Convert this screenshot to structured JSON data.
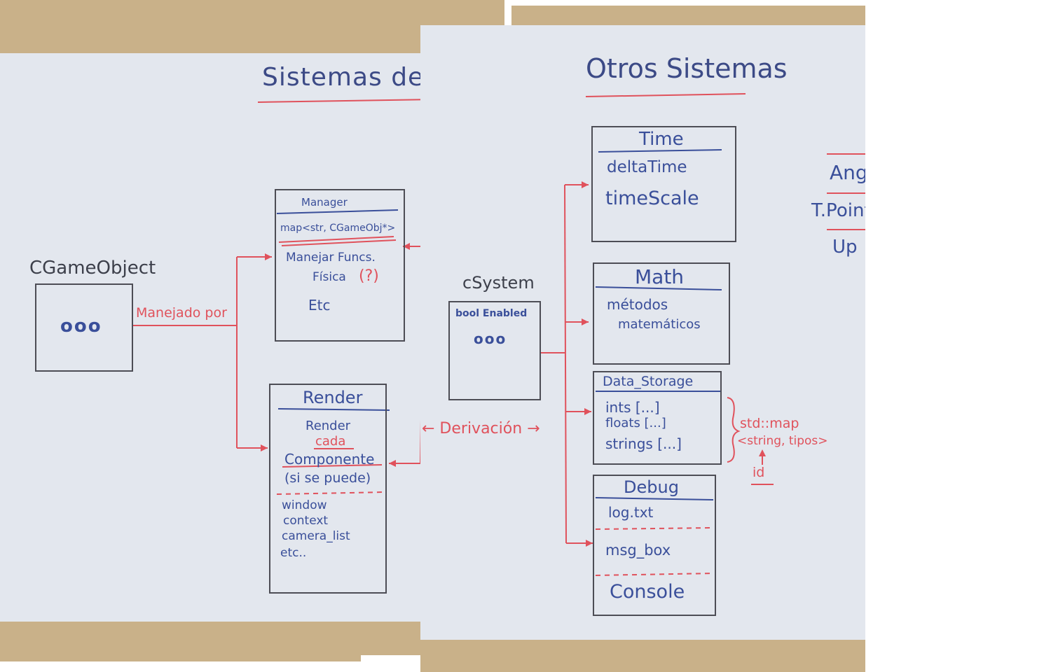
{
  "left_board": {
    "title": "Sistemas de Control",
    "cgameobject": {
      "label": "CGameObject",
      "body": "ooo"
    },
    "edge_label": "Manejado por",
    "manager": {
      "title": "Manager",
      "field": "map<str, CGameObj*>",
      "lines": [
        "Manejar Funcs.",
        "Física",
        "(?)",
        "Etc"
      ]
    },
    "render": {
      "title": "Render",
      "lines": [
        "Render",
        "cada",
        "Componente",
        "(si se puede)"
      ],
      "fields": [
        "window",
        "context",
        "camera_list",
        "etc.."
      ]
    }
  },
  "right_board": {
    "title": "Otros Sistemas",
    "csystem": {
      "label": "cSystem",
      "field": "bool Enabled",
      "body": "ooo"
    },
    "derivation_label": "← Derivación →",
    "time": {
      "title": "Time",
      "fields": [
        "deltaTime",
        "timeScale"
      ]
    },
    "math": {
      "title": "Math",
      "fields": [
        "métodos",
        "matemáticos"
      ]
    },
    "data_storage": {
      "title": "Data_Storage",
      "fields": [
        "ints [...]",
        "floats [...]",
        "strings [...]"
      ],
      "note": [
        "std::map",
        "<string, tipos>",
        "id"
      ]
    },
    "debug": {
      "title": "Debug",
      "sections": [
        "log.txt",
        "msg_box",
        "Console"
      ]
    },
    "partial_list": [
      "Angle",
      "T.Point",
      "Up"
    ]
  }
}
